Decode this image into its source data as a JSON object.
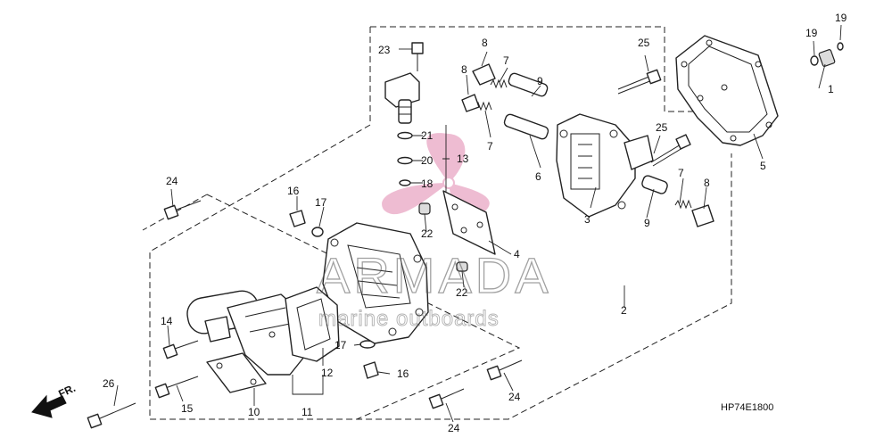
{
  "callouts": {
    "c1": "1",
    "c2": "2",
    "c3": "3",
    "c4": "4",
    "c5": "5",
    "c6": "6",
    "c7a": "7",
    "c7b": "7",
    "c7c": "7",
    "c8a": "8",
    "c8b": "8",
    "c8c": "8",
    "c9a": "9",
    "c9b": "9",
    "c10": "10",
    "c11": "11",
    "c12": "12",
    "c13": "13",
    "c14": "14",
    "c15": "15",
    "c16a": "16",
    "c16b": "16",
    "c17a": "17",
    "c17b": "17",
    "c18": "18",
    "c19a": "19",
    "c19b": "19",
    "c20": "20",
    "c21": "21",
    "c22a": "22",
    "c22b": "22",
    "c23": "23",
    "c24a": "24",
    "c24b": "24",
    "c24c": "24",
    "c25a": "25",
    "c25b": "25",
    "c26": "26"
  },
  "front_marker": {
    "label": "FR."
  },
  "diagram_code": "HP74E1800",
  "watermark": {
    "brand": "ARMADA",
    "tagline": "marine outboards",
    "logo_color": "#e9a6c3"
  }
}
